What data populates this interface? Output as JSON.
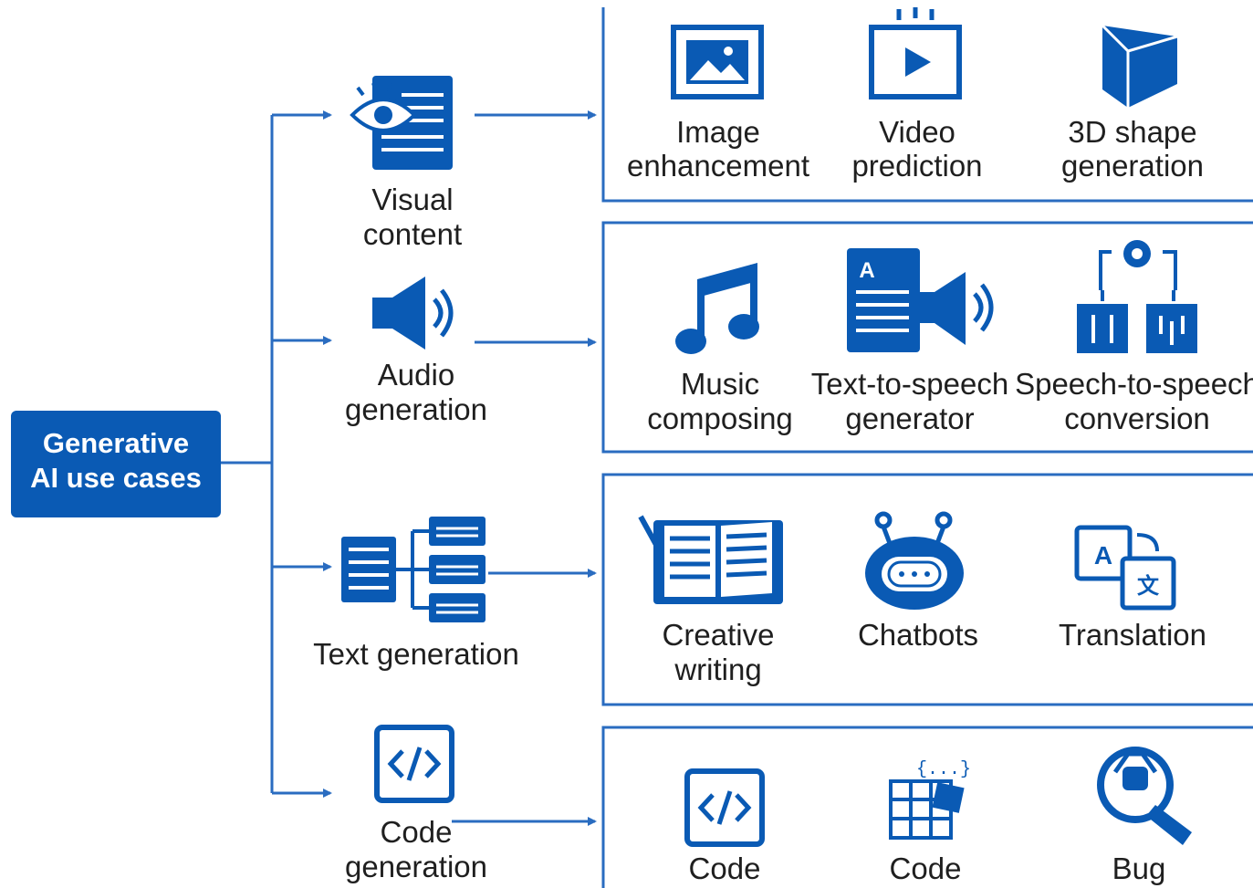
{
  "root": {
    "line1": "Generative",
    "line2": "AI use cases"
  },
  "colors": {
    "accent": "#0a5ab4",
    "line": "#2a6cc0",
    "text": "#1f1f1f"
  },
  "categories": [
    {
      "key": "visual",
      "icon": "visual-content-icon",
      "line1": "Visual",
      "line2": "content",
      "items": [
        {
          "icon": "image-icon",
          "line1": "Image",
          "line2": "enhancement"
        },
        {
          "icon": "video-icon",
          "line1": "Video",
          "line2": "prediction"
        },
        {
          "icon": "3d-shape-icon",
          "line1": "3D shape",
          "line2": "generation"
        }
      ]
    },
    {
      "key": "audio",
      "icon": "speaker-icon",
      "line1": "Audio",
      "line2": "generation",
      "items": [
        {
          "icon": "music-note-icon",
          "line1": "Music",
          "line2": "composing"
        },
        {
          "icon": "text-to-speech-icon",
          "line1": "Text-to-speech",
          "line2": "generator"
        },
        {
          "icon": "speech-conversion-icon",
          "line1": "Speech-to-speech",
          "line2": "conversion"
        }
      ]
    },
    {
      "key": "text",
      "icon": "text-tree-icon",
      "line1": "Text generation",
      "line2": "",
      "items": [
        {
          "icon": "open-book-icon",
          "line1": "Creative",
          "line2": "writing"
        },
        {
          "icon": "chatbot-icon",
          "line1": "Chatbots",
          "line2": ""
        },
        {
          "icon": "translation-icon",
          "line1": "Translation",
          "line2": ""
        }
      ]
    },
    {
      "key": "code",
      "icon": "code-icon",
      "line1": "Code",
      "line2": "generation",
      "items": [
        {
          "icon": "code-icon",
          "line1": "Code",
          "line2": ""
        },
        {
          "icon": "code-blocks-icon",
          "line1": "Code",
          "line2": ""
        },
        {
          "icon": "bug-wrench-icon",
          "line1": "Bug",
          "line2": ""
        }
      ]
    }
  ]
}
